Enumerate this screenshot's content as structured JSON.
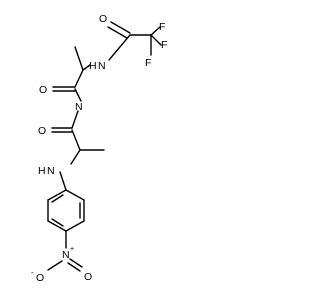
{
  "molecule": {
    "atoms": {
      "O_trifluoroacetyl": "O",
      "F1": "F",
      "F2": "F",
      "F3": "F",
      "N_trifluoroacetamide": "N",
      "H_trifluoroacetamide": "H",
      "O_upper_amide": "O",
      "N_imide": "N",
      "O_lower_amide": "O",
      "N_aniline": "N",
      "H_aniline": "H",
      "N_nitro": "N",
      "nitro_charge": "+",
      "O_nitro_left": "O",
      "O_nitro_left_charge": "-",
      "O_nitro_right": "O"
    }
  }
}
